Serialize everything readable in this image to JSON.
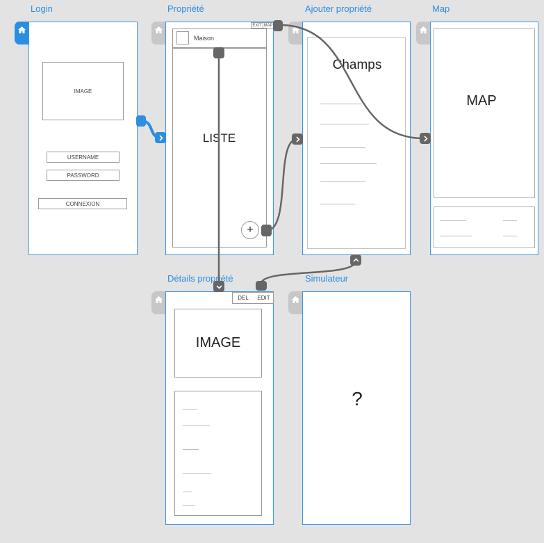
{
  "screens": {
    "login": {
      "title": "Login",
      "image": "IMAGE",
      "username": "USERNAME",
      "password": "PASSWORD",
      "connexion": "CONNEXION"
    },
    "propriete": {
      "title": "Propriété",
      "exit": "EXIT",
      "map": "MAP",
      "maison": "Maison",
      "liste": "LISTE",
      "add": "+"
    },
    "ajouter": {
      "title": "Ajouter propriété",
      "champs": "Champs"
    },
    "map": {
      "title": "Map",
      "map_label": "MAP"
    },
    "details": {
      "title": "Détails propriété",
      "del": "DEL",
      "edit": "EDIT",
      "image": "IMAGE"
    },
    "simulateur": {
      "title": "Simulateur",
      "question": "?"
    }
  },
  "colors": {
    "accent": "#2b8ee0",
    "connector": "#666666",
    "background": "#e3e3e3",
    "tab": "#c7c7c7"
  },
  "icons": [
    "home-icon",
    "chevron-right-icon",
    "chevron-down-icon",
    "chevron-up-icon",
    "plus-icon"
  ]
}
